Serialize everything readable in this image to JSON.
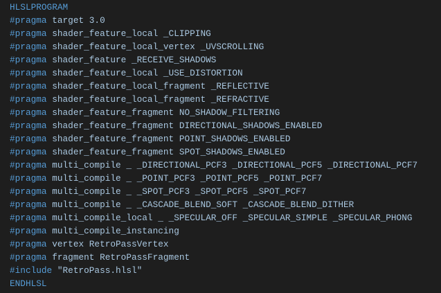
{
  "colors": {
    "background": "#1e1e1e",
    "keyword": "#569cd6",
    "text": "#a9c7e0"
  },
  "lines": [
    {
      "kw": "HLSLPROGRAM",
      "rest": ""
    },
    {
      "kw": "#pragma",
      "rest": " target 3.0"
    },
    {
      "kw": "#pragma",
      "rest": " shader_feature_local _CLIPPING"
    },
    {
      "kw": "#pragma",
      "rest": " shader_feature_local_vertex _UVSCROLLING"
    },
    {
      "kw": "#pragma",
      "rest": " shader_feature _RECEIVE_SHADOWS"
    },
    {
      "kw": "#pragma",
      "rest": " shader_feature_local _USE_DISTORTION"
    },
    {
      "kw": "#pragma",
      "rest": " shader_feature_local_fragment _REFLECTIVE"
    },
    {
      "kw": "#pragma",
      "rest": " shader_feature_local_fragment _REFRACTIVE"
    },
    {
      "kw": "#pragma",
      "rest": " shader_feature_fragment NO_SHADOW_FILTERING"
    },
    {
      "kw": "#pragma",
      "rest": " shader_feature_fragment DIRECTIONAL_SHADOWS_ENABLED"
    },
    {
      "kw": "#pragma",
      "rest": " shader_feature_fragment POINT_SHADOWS_ENABLED"
    },
    {
      "kw": "#pragma",
      "rest": " shader_feature_fragment SPOT_SHADOWS_ENABLED"
    },
    {
      "kw": "#pragma",
      "rest": " multi_compile _ _DIRECTIONAL_PCF3 _DIRECTIONAL_PCF5 _DIRECTIONAL_PCF7"
    },
    {
      "kw": "#pragma",
      "rest": " multi_compile _ _POINT_PCF3 _POINT_PCF5 _POINT_PCF7"
    },
    {
      "kw": "#pragma",
      "rest": " multi_compile _ _SPOT_PCF3 _SPOT_PCF5 _SPOT_PCF7"
    },
    {
      "kw": "#pragma",
      "rest": " multi_compile _ _CASCADE_BLEND_SOFT _CASCADE_BLEND_DITHER"
    },
    {
      "kw": "#pragma",
      "rest": " multi_compile_local _ _SPECULAR_OFF _SPECULAR_SIMPLE _SPECULAR_PHONG"
    },
    {
      "kw": "#pragma",
      "rest": " multi_compile_instancing"
    },
    {
      "kw": "#pragma",
      "rest": " vertex RetroPassVertex"
    },
    {
      "kw": "#pragma",
      "rest": " fragment RetroPassFragment"
    },
    {
      "kw": "#include",
      "rest": " \"RetroPass.hlsl\""
    },
    {
      "kw": "ENDHLSL",
      "rest": ""
    }
  ]
}
